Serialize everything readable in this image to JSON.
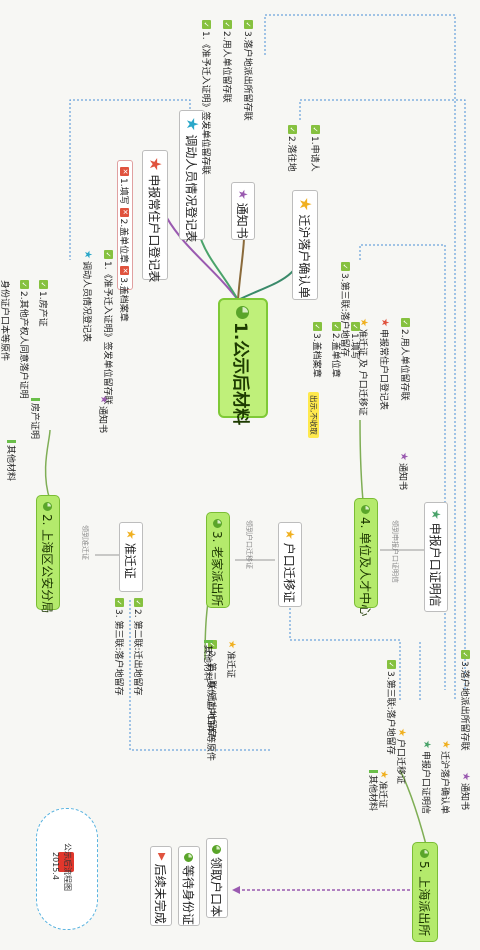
{
  "map": {
    "center": "1.公示后材料",
    "hubs": {
      "shanghai_police": "2. 上海区公安分局",
      "hometown_police": "3. 老家派出所",
      "employer": "4. 单位及人才中心",
      "shanghai_station": "5. 上海派出所"
    },
    "branches": {
      "talent_form": {
        "title": "调动人员情况登记表",
        "items": [
          "1.《准予迁入证明》签发单位留存联",
          "2.用人单位留存联",
          "3.落户地派出所留存联"
        ]
      },
      "report_form": {
        "title": "申报常住户口登记表",
        "items": [
          "1.填写",
          "2.盖单位章",
          "3.盖档案章"
        ]
      },
      "notice": {
        "title": "通知书"
      },
      "confirm": {
        "title": "迁沪落户确认单",
        "items": [
          "1.申请人",
          "2.落往地",
          "3.第三联:落户地留存"
        ]
      }
    },
    "shanghai_police_items": [
      "1.《准予迁入证明》签发单位留存联",
      "调动人员情况登记表",
      "通知书",
      "1.房产证",
      "2.其他产权人同意落户证明",
      "房产证明",
      "身份证户口本等原件",
      "其他材料"
    ],
    "employer_items": {
      "inner": [
        "1.填写",
        "2.盖单位章",
        "3.盖档案章"
      ],
      "label": "申报常住户口登记表",
      "sub": [
        "2.用人单位留存联",
        "准迁证 及 户口迁移证",
        "3.第三联:落户地留存"
      ],
      "tag": "出示,不收取",
      "notice": "通知书"
    },
    "between_labels": {
      "a": "领到准迁证",
      "b": "领到户口迁移证",
      "c": "领到申报户口证明信"
    },
    "permit": {
      "title": "准迁证",
      "items": [
        "2. 第二联:迁出地留存",
        "3. 第三联:落户地留存"
      ]
    },
    "migration": {
      "title": "户口迁移证",
      "items": [
        "准迁证",
        "2. 第二联:迁出地留存",
        "其他材料",
        "身份证户口本等原件"
      ]
    },
    "letter": {
      "title": "申报户口证明信"
    },
    "shanghai_station_items": [
      "3.落户地派出所留存联",
      "通知书",
      "迁沪落户确认单",
      "申报户口证明信",
      "户口迁移证",
      "3.第三联:落户地留存",
      "准迁证",
      "其他材料"
    ],
    "results": [
      "领取户口本",
      "等待身份证",
      "后续未完成"
    ],
    "legend": {
      "title": "公示后流程图",
      "date": "2015.4"
    }
  },
  "colors": {
    "hub": "#b4ea6c",
    "link": "#4a8fd6",
    "check": "#86c13f",
    "cross": "#e0533e"
  }
}
